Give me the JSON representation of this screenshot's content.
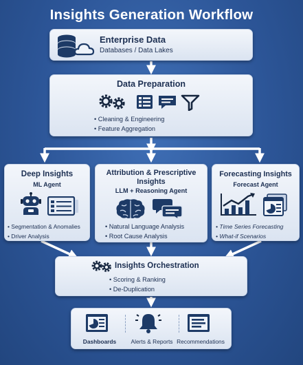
{
  "title": "Insights Generation Workflow",
  "enterprise": {
    "title": "Enterprise Data",
    "subtitle": "Databases / Data Lakes"
  },
  "prep": {
    "title": "Data Preparation",
    "bullets": [
      "Cleaning & Engineering",
      "Feature Aggregation"
    ]
  },
  "deep": {
    "title": "Deep Insights",
    "subtitle": "ML Agent",
    "bullets": [
      "Segmentation & Anomalies",
      "Driver Analysis"
    ]
  },
  "attr": {
    "title_line1": "Attribution & Prescriptive",
    "title_line2": "Insights",
    "subtitle": "LLM + Reasoning Agent",
    "bullets": [
      "Natural Language Analysis",
      "Root Cause Analysis"
    ]
  },
  "forecast": {
    "title": "Forecasting Insights",
    "subtitle": "Forecast Agent",
    "bullets": [
      "Time Series Forecasting",
      "What-if Scenarios"
    ]
  },
  "orch": {
    "title": "Insights Orchestration",
    "bullets": [
      "Scoring & Ranking",
      "De-Duplication"
    ]
  },
  "outputs": {
    "dashboards": "Dashboards",
    "alerts": "Alerts & Reports",
    "recommendations": "Recommendations"
  },
  "colors": {
    "background": "#2c5597",
    "box": "#e6edf7",
    "text": "#1c2f52",
    "arrow": "#ffffff"
  }
}
